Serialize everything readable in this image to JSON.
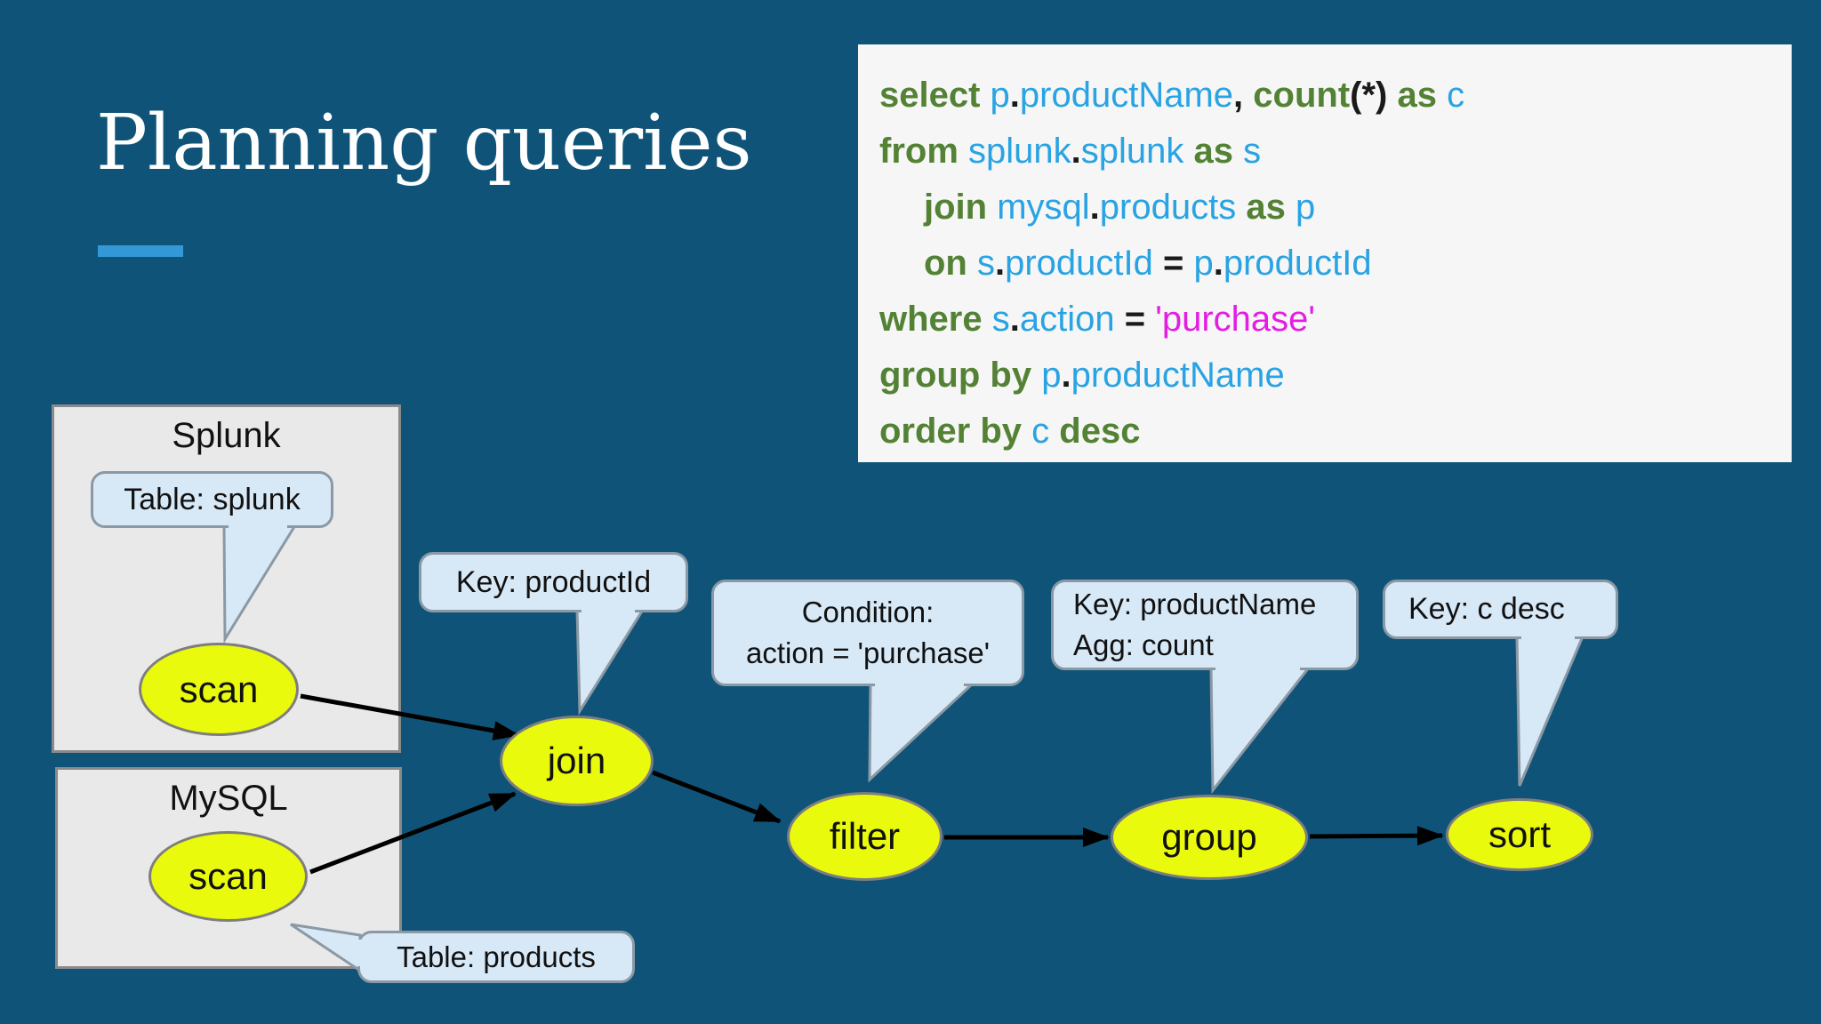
{
  "title": {
    "text": "Planning queries"
  },
  "colors": {
    "background": "#0F5478",
    "accent": "#3399D6",
    "title_color": "#FFFFFF",
    "code_bg": "#F5F6F5",
    "keyword": "#548235",
    "identifier": "#29A3E3",
    "string": "#E31EE3",
    "punctuation": "#1A1A1A",
    "node_fill": "#E9FA0C",
    "node_border": "#7E7E7E",
    "callout_fill": "#D7E8F7",
    "callout_border": "#8B99A5",
    "box_fill": "#E9E9E9",
    "box_border": "#8A8A8A",
    "arrow": "#000000",
    "text": "#111111"
  },
  "code": {
    "lines": [
      {
        "indent": false,
        "spans": [
          {
            "text": "select ",
            "type": "kw"
          },
          {
            "text": "p",
            "type": "id"
          },
          {
            "text": ".",
            "type": "pun"
          },
          {
            "text": "productName",
            "type": "id"
          },
          {
            "text": ", ",
            "type": "pun"
          },
          {
            "text": "count",
            "type": "kw"
          },
          {
            "text": "(*) ",
            "type": "pun"
          },
          {
            "text": "as ",
            "type": "kw"
          },
          {
            "text": "c",
            "type": "id"
          }
        ]
      },
      {
        "indent": false,
        "spans": [
          {
            "text": "from ",
            "type": "kw"
          },
          {
            "text": "splunk",
            "type": "id"
          },
          {
            "text": ".",
            "type": "pun"
          },
          {
            "text": "splunk",
            "type": "id"
          },
          {
            "text": " as ",
            "type": "kw"
          },
          {
            "text": "s",
            "type": "id"
          }
        ]
      },
      {
        "indent": true,
        "spans": [
          {
            "text": "join ",
            "type": "kw"
          },
          {
            "text": "mysql",
            "type": "id"
          },
          {
            "text": ".",
            "type": "pun"
          },
          {
            "text": "products",
            "type": "id"
          },
          {
            "text": " as ",
            "type": "kw"
          },
          {
            "text": "p",
            "type": "id"
          }
        ]
      },
      {
        "indent": true,
        "spans": [
          {
            "text": "on ",
            "type": "kw"
          },
          {
            "text": "s",
            "type": "id"
          },
          {
            "text": ".",
            "type": "pun"
          },
          {
            "text": "productId",
            "type": "id"
          },
          {
            "text": " = ",
            "type": "op"
          },
          {
            "text": "p",
            "type": "id"
          },
          {
            "text": ".",
            "type": "pun"
          },
          {
            "text": "productId",
            "type": "id"
          }
        ]
      },
      {
        "indent": false,
        "spans": [
          {
            "text": "where ",
            "type": "kw"
          },
          {
            "text": "s",
            "type": "id"
          },
          {
            "text": ".",
            "type": "pun"
          },
          {
            "text": "action",
            "type": "id"
          },
          {
            "text": " = ",
            "type": "op"
          },
          {
            "text": "'purchase'",
            "type": "str"
          }
        ]
      },
      {
        "indent": false,
        "spans": [
          {
            "text": "group by ",
            "type": "kw"
          },
          {
            "text": "p",
            "type": "id"
          },
          {
            "text": ".",
            "type": "pun"
          },
          {
            "text": "productName",
            "type": "id"
          }
        ]
      },
      {
        "indent": false,
        "spans": [
          {
            "text": "order by ",
            "type": "kw"
          },
          {
            "text": "c",
            "type": "id"
          },
          {
            "text": " desc",
            "type": "kw"
          }
        ]
      }
    ]
  },
  "diagram": {
    "sources": [
      {
        "label": "Splunk"
      },
      {
        "label": "MySQL"
      }
    ],
    "nodes": [
      {
        "label": "scan"
      },
      {
        "label": "scan"
      },
      {
        "label": "join"
      },
      {
        "label": "filter"
      },
      {
        "label": "group"
      },
      {
        "label": "sort"
      }
    ],
    "callouts": {
      "table_splunk": {
        "lines": [
          "Table: splunk"
        ]
      },
      "key_productid": {
        "lines": [
          "Key: productId"
        ]
      },
      "condition": {
        "lines": [
          "Condition:",
          "action = 'purchase'"
        ]
      },
      "key_productname": {
        "lines": [
          "Key: productName",
          "Agg: count"
        ]
      },
      "key_c_desc": {
        "lines": [
          "Key: c desc"
        ]
      },
      "table_products": {
        "lines": [
          "Table: products"
        ]
      }
    }
  }
}
